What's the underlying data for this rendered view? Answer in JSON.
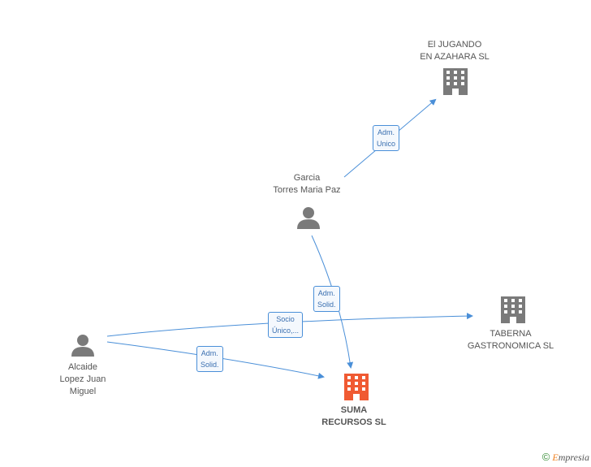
{
  "nodes": {
    "el_jugando": {
      "label": "El JUGANDO\nEN AZAHARA SL",
      "type": "company"
    },
    "garcia": {
      "label": "Garcia\nTorres Maria Paz",
      "type": "person"
    },
    "taberna": {
      "label": "TABERNA\nGASTRONOMICA SL",
      "type": "company"
    },
    "alcaide": {
      "label": "Alcaide\nLopez Juan\nMiguel",
      "type": "person"
    },
    "suma": {
      "label": "SUMA\nRECURSOS SL",
      "type": "company-main"
    }
  },
  "edges": {
    "garcia_jugando": "Adm.\nUnico",
    "garcia_suma": "Adm.\nSolid.",
    "alcaide_taberna": "Socio\nÚnico,...",
    "alcaide_suma": "Adm.\nSolid."
  },
  "colors": {
    "edge": "#4a8fd8",
    "icon": "#7a7a7a",
    "main_icon": "#f05a32"
  },
  "footer": {
    "copyright": "©",
    "brand_initial": "E",
    "brand_rest": "mpresia"
  }
}
